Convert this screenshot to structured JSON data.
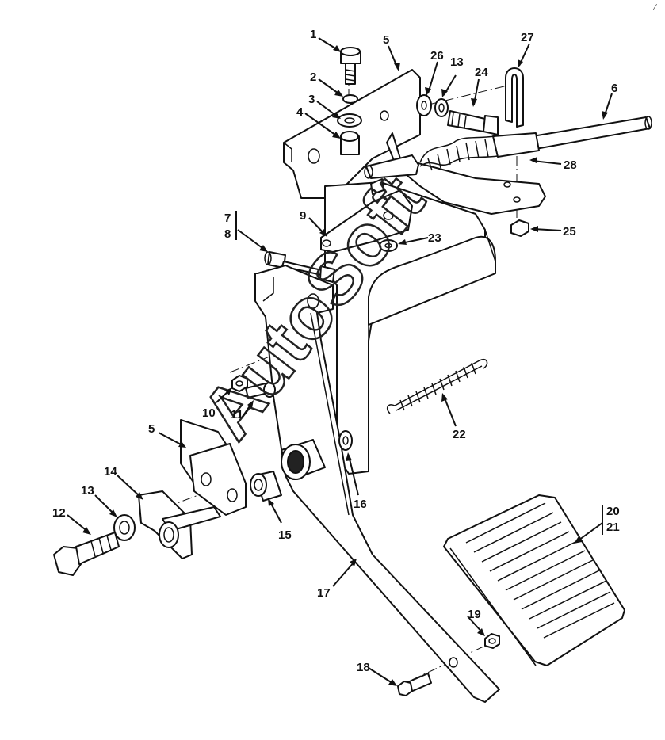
{
  "watermark": "AutoSoft",
  "corner_mark": "∕",
  "callouts": [
    {
      "id": "c1",
      "text": "1"
    },
    {
      "id": "c2",
      "text": "2"
    },
    {
      "id": "c3",
      "text": "3"
    },
    {
      "id": "c4",
      "text": "4"
    },
    {
      "id": "c5a",
      "text": "5"
    },
    {
      "id": "c5b",
      "text": "5"
    },
    {
      "id": "c6",
      "text": "6"
    },
    {
      "id": "c7",
      "text": "7"
    },
    {
      "id": "c8",
      "text": "8"
    },
    {
      "id": "c9",
      "text": "9"
    },
    {
      "id": "c10",
      "text": "10"
    },
    {
      "id": "c11",
      "text": "11"
    },
    {
      "id": "c12",
      "text": "12"
    },
    {
      "id": "c13a",
      "text": "13"
    },
    {
      "id": "c13b",
      "text": "13"
    },
    {
      "id": "c14",
      "text": "14"
    },
    {
      "id": "c15",
      "text": "15"
    },
    {
      "id": "c16",
      "text": "16"
    },
    {
      "id": "c17",
      "text": "17"
    },
    {
      "id": "c18",
      "text": "18"
    },
    {
      "id": "c19",
      "text": "19"
    },
    {
      "id": "c20",
      "text": "20"
    },
    {
      "id": "c21",
      "text": "21"
    },
    {
      "id": "c22",
      "text": "22"
    },
    {
      "id": "c23",
      "text": "23"
    },
    {
      "id": "c24",
      "text": "24"
    },
    {
      "id": "c25",
      "text": "25"
    },
    {
      "id": "c26",
      "text": "26"
    },
    {
      "id": "c27",
      "text": "27"
    },
    {
      "id": "c28",
      "text": "28"
    }
  ]
}
